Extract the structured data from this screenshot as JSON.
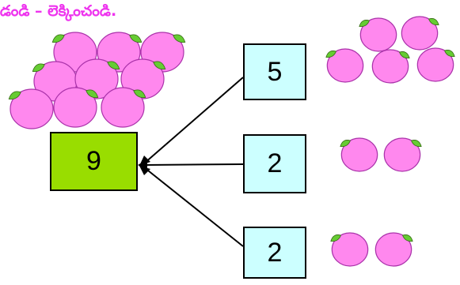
{
  "title": "ాడండి – లెక్కించండి.",
  "total": {
    "value": "9",
    "fill": "#99dd00"
  },
  "parts": [
    {
      "value": "5",
      "fruit_count": 5
    },
    {
      "value": "2",
      "fruit_count": 2
    },
    {
      "value": "2",
      "fruit_count": 2
    }
  ],
  "colors": {
    "title": "#ee33ee",
    "part_fill": "#ccffff",
    "fruit_fill": "#ff88ee",
    "fruit_stroke": "#aa33aa",
    "leaf_fill": "#66cc33",
    "arrow": "#000000"
  },
  "icons": {
    "fruit": "fruit-icon",
    "leaf": "leaf-icon"
  }
}
